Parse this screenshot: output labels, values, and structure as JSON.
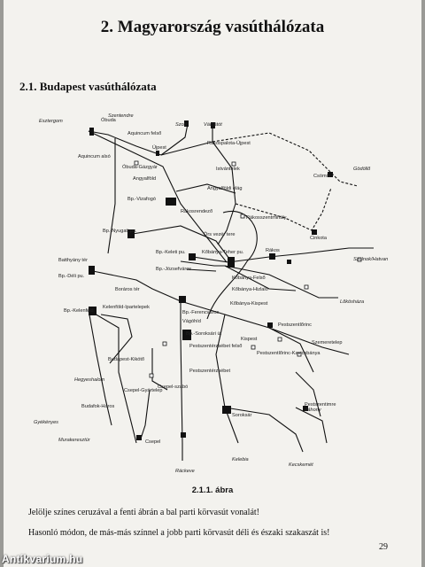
{
  "page": {
    "chapter_title": "2. Magyarország vasúthálózata",
    "section_title": "2.1. Budapest vasúthálózata",
    "figure_caption": "2.1.1. ábra",
    "paragraphs": [
      "Jelölje színes ceruzával a fenti ábrán a bal parti körvasút vonalát!",
      "Hasonló módon, de más-más színnel a jobb parti körvasút déli és északi szakaszát is!"
    ],
    "page_number": "29",
    "watermark": "Antikvarium.hu"
  },
  "map": {
    "directions": [
      "Esztergom",
      "Szentendre",
      "Szob",
      "Vácrátót",
      "Gödöllő",
      "Szolnok/Hatvan",
      "Lőkösháza",
      "Hegyeshalom",
      "Gyékényes",
      "Murakeresztúr",
      "Ráckeve",
      "Kelebia",
      "Kecskemét",
      "Záhony"
    ],
    "stations": [
      "Óbuda",
      "Aquincum felső",
      "Rákospalota-Újpest",
      "Újpest",
      "Aquincum alsó",
      "Óbuda-Gázgyár",
      "Istvántelek",
      "Angyalföld",
      "Csömör",
      "Angyalföldi elág",
      "Bp.-Vizafogó",
      "Rákosrendező",
      "Rákosszentmihály",
      "Cinkota",
      "Bp.-Nyugati pu.",
      "Örs vezér tere",
      "Kőbánya-Teher pu.",
      "Bp.-Keleti pu.",
      "Rákos",
      "Batthyány tér",
      "Bp.-Józsefváros",
      "Kőbánya-Felső",
      "Bp.-Déli pu.",
      "Kőbánya-Hizlaló",
      "Boráros tér",
      "Kőbánya-Kispest",
      "Bp.-Kelenföld",
      "Kelenföld-Ipartelepek",
      "Bp.-Ferencváros",
      "Vágóhíd",
      "Pestszentlőrinc",
      "Bp.-Soroksári út",
      "Kispest",
      "Szemeretelep",
      "Pestszentérzsébet felső",
      "Budapest-Kikötő",
      "Pestszentlőrinc-Kavicsbánya",
      "Pestszentérzsébet",
      "Csepel-Gyártelep",
      "Csepel-szabó",
      "Budafok-Háros",
      "Soroksár",
      "Pestszentimre",
      "Csepel"
    ]
  }
}
